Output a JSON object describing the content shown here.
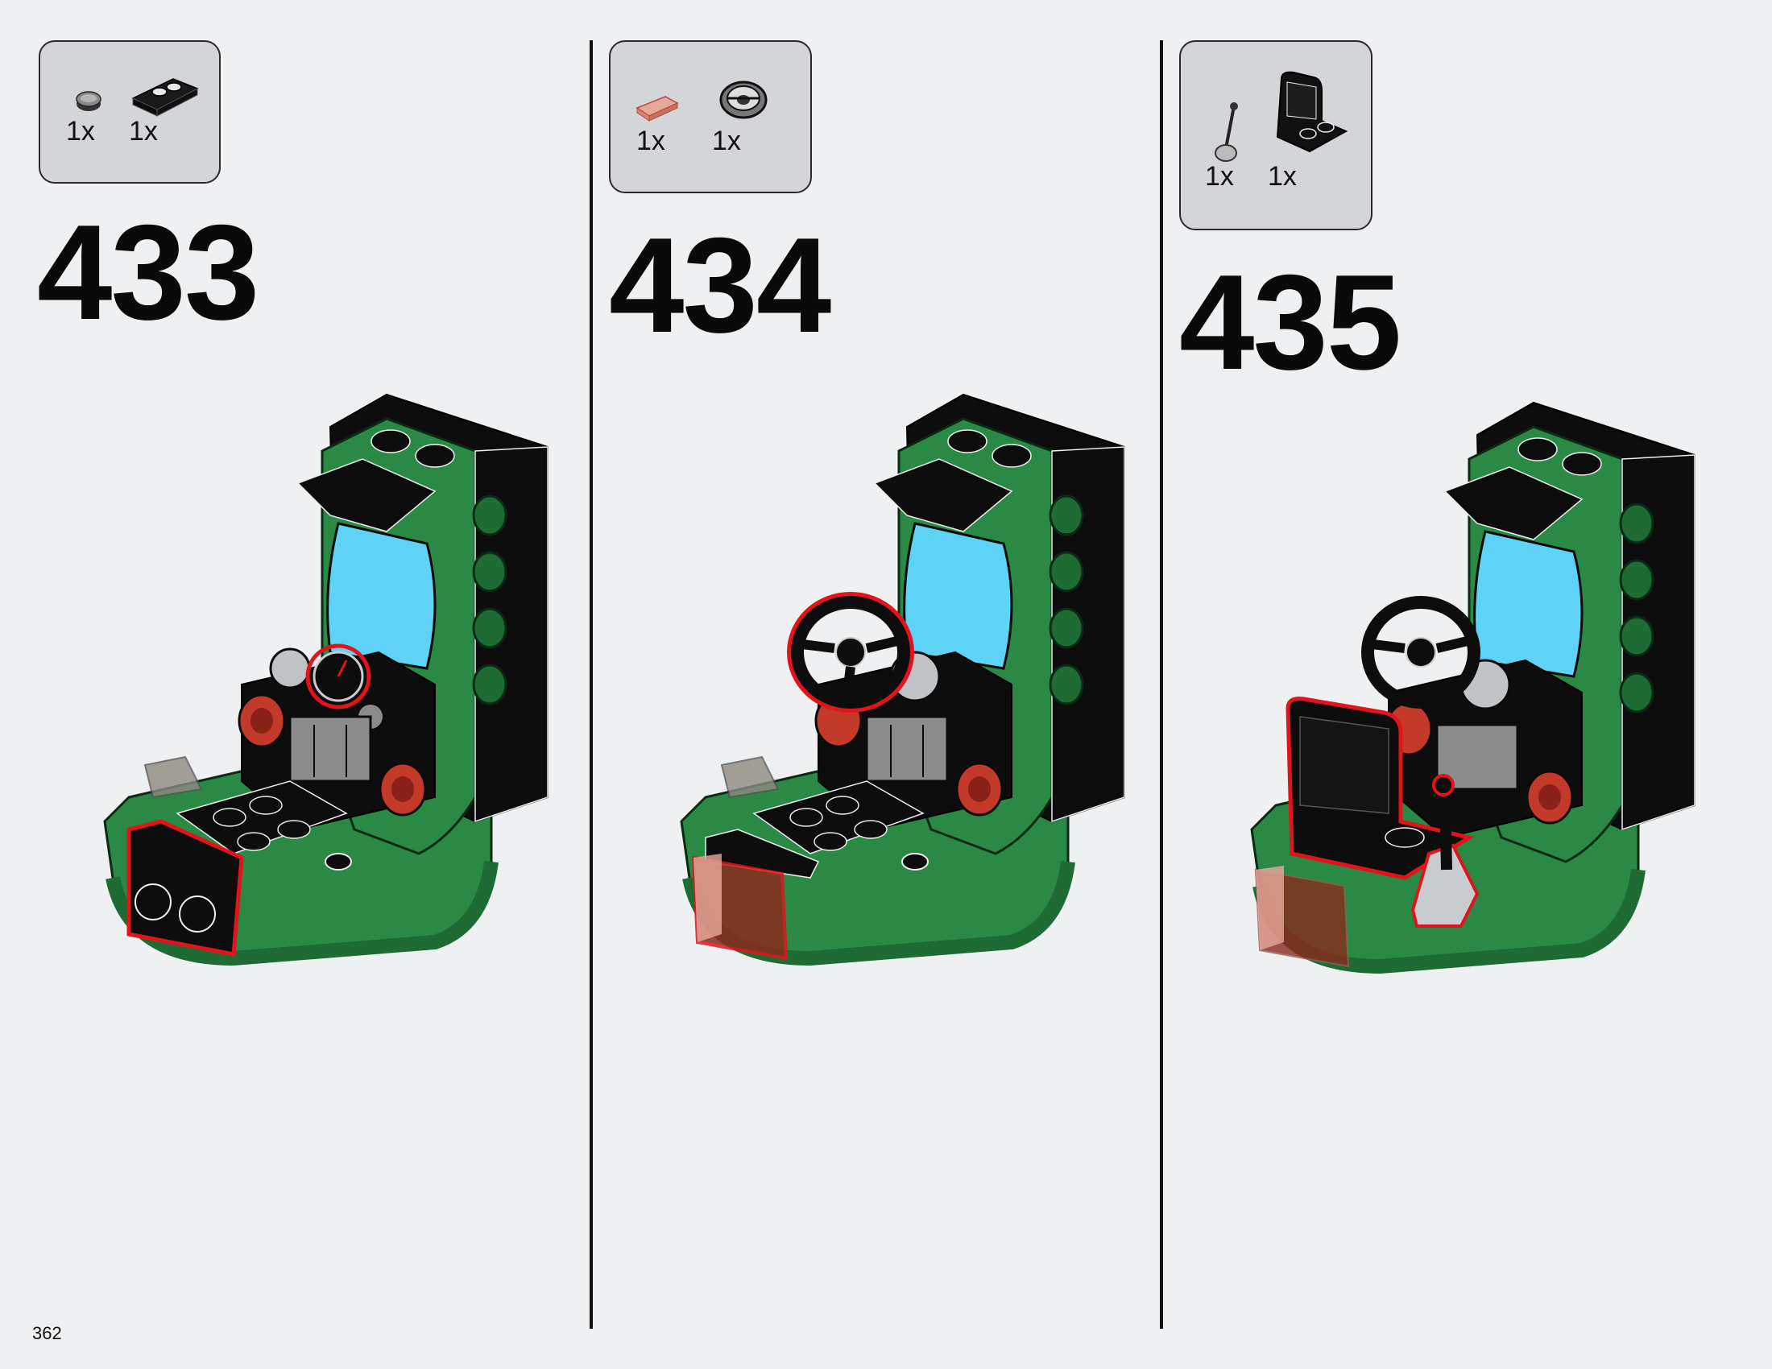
{
  "page_number": "362",
  "colors": {
    "green": "#2a8a45",
    "green_dark": "#1e6b33",
    "black": "#0d0d0d",
    "screen_blue": "#5fd3f5",
    "red_highlight": "#e1141c",
    "knob_red": "#c43a2a",
    "grey": "#8c8c8c",
    "trans_red": "#c96a5e"
  },
  "steps": [
    {
      "number": "433",
      "parts": [
        {
          "qty": "1x",
          "icon": "round-tile-icon"
        },
        {
          "qty": "1x",
          "icon": "plate-with-studs-icon"
        }
      ]
    },
    {
      "number": "434",
      "parts": [
        {
          "qty": "1x",
          "icon": "trans-red-tile-icon"
        },
        {
          "qty": "1x",
          "icon": "steering-wheel-icon"
        }
      ]
    },
    {
      "number": "435",
      "parts": [
        {
          "qty": "1x",
          "icon": "gear-stick-icon"
        },
        {
          "qty": "1x",
          "icon": "seat-icon"
        }
      ]
    }
  ]
}
